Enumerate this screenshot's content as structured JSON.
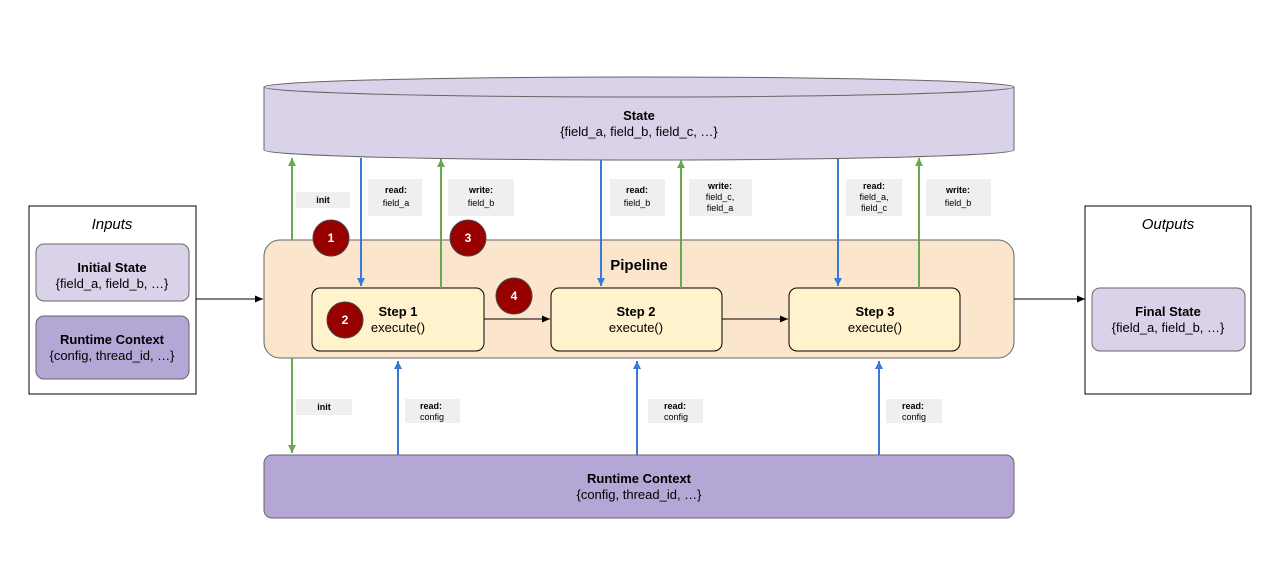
{
  "state": {
    "title": "State",
    "fields": "{field_a, field_b, field_c, …}"
  },
  "pipeline": {
    "title": "Pipeline"
  },
  "inputs": {
    "title": "Inputs",
    "initial_state": {
      "title": "Initial State",
      "fields": "{field_a, field_b, …}"
    },
    "runtime_context": {
      "title": "Runtime Context",
      "fields": "{config, thread_id, …}"
    }
  },
  "outputs": {
    "title": "Outputs",
    "final_state": {
      "title": "Final State",
      "fields": "{field_a, field_b, …}"
    }
  },
  "runtime_context": {
    "title": "Runtime Context",
    "fields": "{config, thread_id, …}"
  },
  "steps": [
    {
      "title": "Step 1",
      "method": "execute()"
    },
    {
      "title": "Step 2",
      "method": "execute()"
    },
    {
      "title": "Step 3",
      "method": "execute()"
    }
  ],
  "labels": {
    "init_top": {
      "action": "init",
      "detail": ""
    },
    "s1_read_state": {
      "action": "read:",
      "detail": [
        "field_a"
      ]
    },
    "s1_write_state": {
      "action": "write:",
      "detail": [
        "field_b"
      ]
    },
    "s2_read_state": {
      "action": "read:",
      "detail": [
        "field_b"
      ]
    },
    "s2_write_state": {
      "action": "write:",
      "detail": [
        "field_c,",
        "field_a"
      ]
    },
    "s3_read_state": {
      "action": "read:",
      "detail": [
        "field_a,",
        "field_c"
      ]
    },
    "s3_write_state": {
      "action": "write:",
      "detail": [
        "field_b"
      ]
    },
    "init_bottom": {
      "action": "init",
      "detail": ""
    },
    "s1_read_ctx": {
      "action": "read:",
      "detail": [
        "config"
      ]
    },
    "s2_read_ctx": {
      "action": "read:",
      "detail": [
        "config"
      ]
    },
    "s3_read_ctx": {
      "action": "read:",
      "detail": [
        "config"
      ]
    }
  },
  "badges": [
    "1",
    "2",
    "3",
    "4"
  ],
  "colors": {
    "state_fill": "#d9d2e9",
    "pipeline_fill": "#fce5cd",
    "step_fill": "#fff2cc",
    "context_fill": "#b4a7d6",
    "read_arrow": "#3c78d8",
    "write_arrow": "#6aa84f",
    "badge_fill": "#990000",
    "label_bg": "#efefef"
  }
}
